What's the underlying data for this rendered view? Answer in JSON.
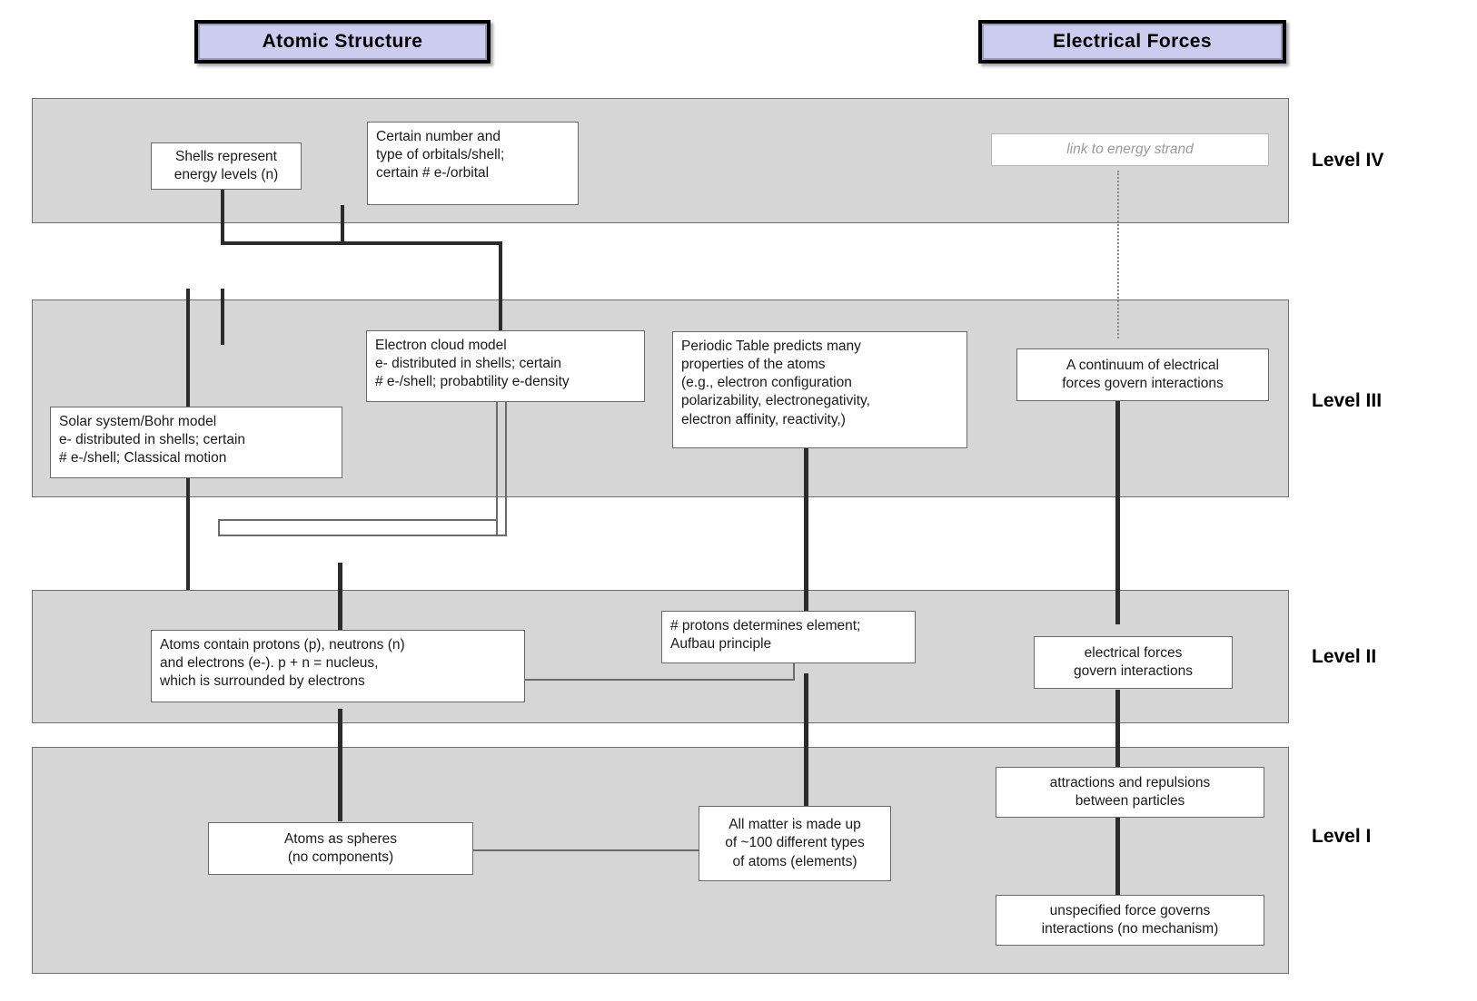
{
  "strands": [
    {
      "id": "atomic-structure",
      "label": "Atomic Structure"
    },
    {
      "id": "electrical-forces",
      "label": "Electrical  Forces"
    }
  ],
  "levels": [
    {
      "id": "level-4",
      "label": "Level IV"
    },
    {
      "id": "level-3",
      "label": "Level III"
    },
    {
      "id": "level-2",
      "label": "Level II"
    },
    {
      "id": "level-1",
      "label": "Level I"
    }
  ],
  "nodes": {
    "shells_energy_levels": "Shells represent\nenergy levels (n)",
    "orbitals_per_shell": "Certain number and\ntype of orbitals/shell;\ncertain # e-/orbital",
    "link_energy_strand": "link to energy strand",
    "electron_cloud_model": "Electron cloud model\ne- distributed in shells; certain\n# e-/shell; probabtility e-density",
    "periodic_table": "Periodic Table predicts many\nproperties of the atoms\n(e.g., electron configuration\npolarizability, electronegativity,\nelectron affinity, reactivity,)",
    "continuum_forces": "A continuum of electrical\nforces govern interactions",
    "bohr_model": "Solar system/Bohr model\ne- distributed in shells; certain\n# e-/shell; Classical motion",
    "protons_determine_element": "# protons determines element;\nAufbau principle",
    "atoms_contain_particles": "Atoms contain protons (p), neutrons (n)\nand electrons (e-). p + n = nucleus,\nwhich is surrounded by electrons",
    "electrical_forces_govern": "electrical forces\ngovern interactions",
    "attractions_repulsions": "attractions and repulsions\nbetween particles",
    "atoms_as_spheres": "Atoms as spheres\n(no components)",
    "all_matter_elements": "All matter is made up\nof ~100 different types\nof atoms (elements)",
    "unspecified_force": "unspecified force governs\ninteractions (no mechanism)"
  },
  "colors": {
    "strand_header_fill": "#ccccee",
    "band_fill": "#d6d6d6",
    "node_fill": "#ffffff",
    "edge": "#2b2b2b",
    "ghost_text": "#9a9a9a"
  }
}
